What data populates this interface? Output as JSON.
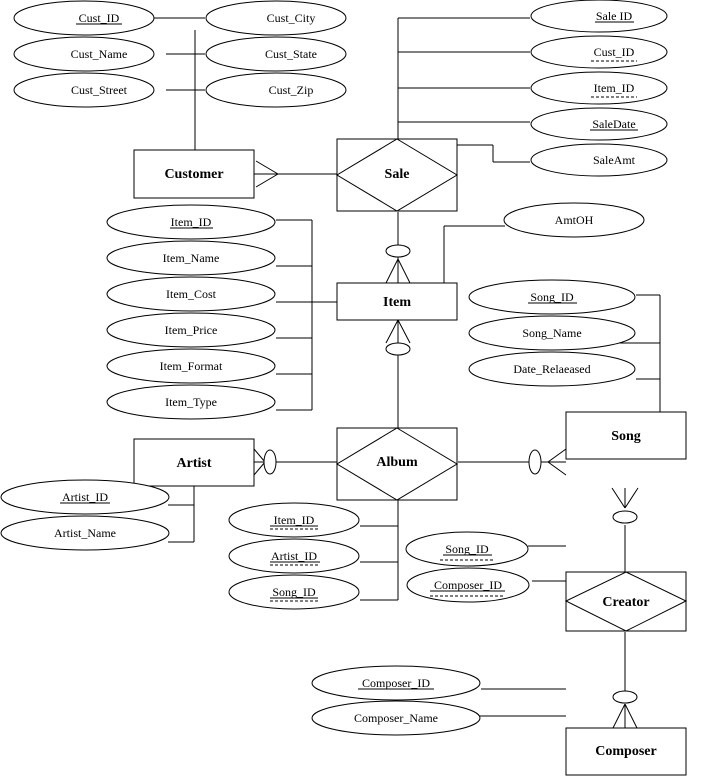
{
  "entities": {
    "customer": "Customer",
    "sale": "Sale",
    "item": "Item",
    "artist": "Artist",
    "album": "Album",
    "song": "Song",
    "creator": "Creator",
    "composer": "Composer"
  },
  "attributes": {
    "cust_id": "Cust_ID",
    "cust_name": "Cust_Name",
    "cust_street": "Cust_Street",
    "cust_city": "Cust_City",
    "cust_state": "Cust_State",
    "cust_zip": "Cust_Zip",
    "sale_id": "Sale ID",
    "sale_cust_id": "Cust_ID",
    "sale_item_id": "Item_ID",
    "sale_date": "SaleDate",
    "sale_amt": "SaleAmt",
    "item_id": "Item_ID",
    "item_name": "Item_Name",
    "item_cost": "Item_Cost",
    "item_price": "Item_Price",
    "item_format": "Item_Format",
    "item_type": "Item_Type",
    "amtoh": "AmtOH",
    "song_id": "Song_ID",
    "song_name": "Song_Name",
    "date_released": "Date_Relaeased",
    "artist_id": "Artist_ID",
    "artist_name": "Artist_Name",
    "album_item_id": "Item_ID",
    "album_artist_id": "Artist_ID",
    "album_song_id": "Song_ID",
    "creator_song_id": "Song_ID",
    "creator_composer_id": "Composer_ID",
    "composer_id": "Composer_ID",
    "composer_name": "Composer_Name"
  }
}
